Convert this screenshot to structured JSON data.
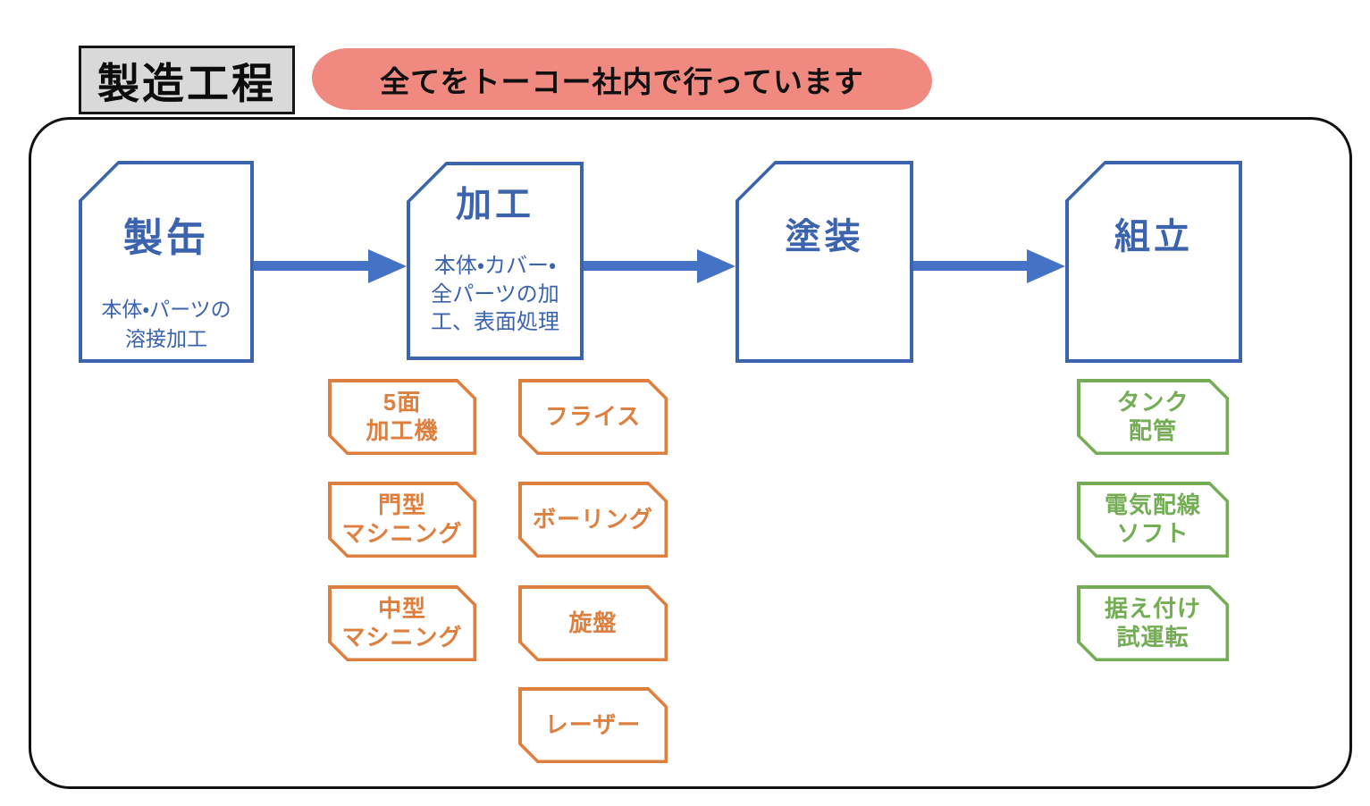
{
  "header": {
    "title": "製造工程",
    "banner": "全てをトーコー社内で行っています"
  },
  "process_steps": [
    {
      "title": "製缶",
      "subtitle": "本体・パーツの\n溶接加工"
    },
    {
      "title": "加工",
      "subtitle": "本体・カバー・\n全パーツの加\n工、表面処理"
    },
    {
      "title": "塗装",
      "subtitle": ""
    },
    {
      "title": "組立",
      "subtitle": ""
    }
  ],
  "machining_tags": [
    "5面\n加工機",
    "フライス",
    "門型\nマシニング",
    "ボーリング",
    "中型\nマシニング",
    "旋盤",
    "レーザー"
  ],
  "assembly_tags": [
    "タンク\n配管",
    "電気配線\nソフト",
    "据え付け\n試運転"
  ],
  "colors": {
    "blue": "#3c64ae",
    "arrow": "#4472c4",
    "orange": "#dd7f3e",
    "green": "#74ad55",
    "banner": "#f08a80",
    "title_bg": "#d9d9d9"
  }
}
